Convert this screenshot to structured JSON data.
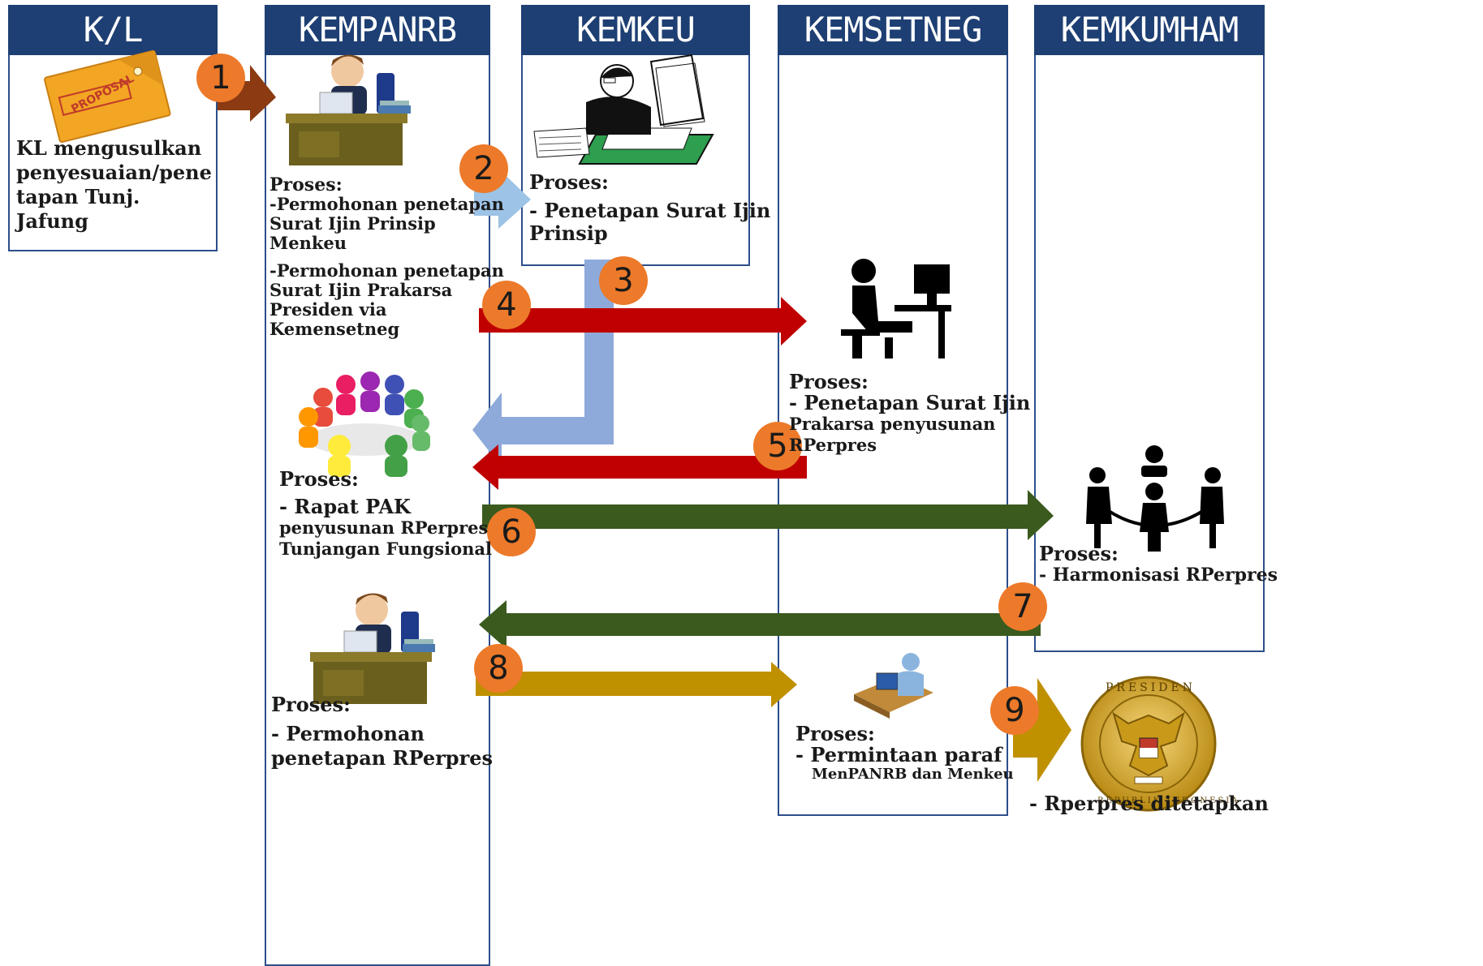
{
  "columns": {
    "kl": "K/L",
    "kempanrb": "KEMPANRB",
    "kemkeu": "KEMKEU",
    "kemsetneg": "KEMSETNEG",
    "kemkumham": "KEMKUMHAM"
  },
  "kl_box": {
    "proposal_label": "PROPOSAL",
    "text": [
      "KL mengusulkan",
      "penyesuaian/pene",
      "tapan Tunj.",
      "Jafung"
    ]
  },
  "kempanrb_box": {
    "proses1_title": "Proses:",
    "proses1_items": [
      [
        "-Permohonan penetapan",
        " Surat Ijin Prinsip",
        " Menkeu"
      ],
      [
        "-Permohonan penetapan",
        " Surat Ijin Prakarsa",
        " Presiden via",
        " Kemensetneg"
      ]
    ],
    "proses2_title": "Proses:",
    "proses2_items": [
      "-  Rapat PAK",
      "    penyusunan RPerpres",
      "    Tunjangan Fungsional"
    ],
    "proses3_title": "Proses:",
    "proses3_items": [
      "-  Permohonan",
      "    penetapan RPerpres"
    ]
  },
  "kemkeu_box": {
    "title": "Proses:",
    "items": [
      "-  Penetapan Surat Ijin",
      "    Prinsip"
    ]
  },
  "kemsetneg_box": {
    "proses1_title": "Proses:",
    "proses1_items": [
      "-  Penetapan Surat Ijin",
      "    Prakarsa penyusunan",
      "    RPerpres"
    ],
    "proses2_title": "Proses:",
    "proses2_line1": "-  Permintaan paraf",
    "proses2_line2": "MenPANRB dan Menkeu"
  },
  "kemkumham_box": {
    "title": "Proses:",
    "item": "-  Harmonisasi RPerpres"
  },
  "final": {
    "text": "-  Rperpres ditetapkan",
    "seal_top": "PRESIDEN",
    "seal_bottom": "REPUBLIK INDONESIA"
  },
  "steps": [
    "1",
    "2",
    "3",
    "4",
    "5",
    "6",
    "7",
    "8",
    "9"
  ],
  "colors": {
    "header": "#1e3f73",
    "border": "#2d4f8b",
    "step_circle": "#ec7a2a",
    "arrow_brown": "#8b3a12",
    "arrow_lightblue": "#9dc3e6",
    "arrow_blue": "#8eaadb",
    "arrow_red": "#c00000",
    "arrow_green": "#3a5a1e",
    "arrow_gold": "#bf9000"
  }
}
